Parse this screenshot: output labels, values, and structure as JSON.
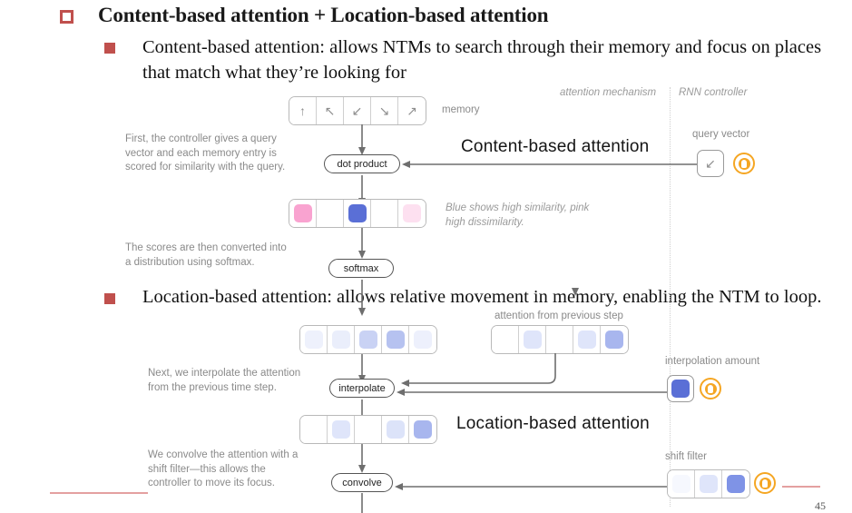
{
  "slide": {
    "title": "Content-based attention + Location-based attention",
    "page_number": "45",
    "bullets": [
      "Content-based attention: allows NTMs to search through their memory and focus on places that match what they’re looking for",
      "Location-based attention: allows relative movement in memory, enabling the NTM to loop."
    ],
    "accent_color": "#c0504d"
  },
  "diagram": {
    "section_labels": {
      "attention_mechanism": "attention mechanism",
      "rnn_controller": "RNN controller"
    },
    "overlay_labels": {
      "content_based": "Content-based attention",
      "location_based": "Location-based attention"
    },
    "notes": {
      "note1": "First, the controller gives a query vector and each memory entry is scored for similarity with the query.",
      "note2": "The scores are then converted into a distribution using softmax.",
      "note3": "Next, we interpolate the attention from the previous time step.",
      "note4": "We convolve the attention with a shift filter—this allows the controller to move its focus."
    },
    "captions": {
      "memory": "memory",
      "query_vector": "query vector",
      "similarity_legend": "Blue shows high similarity, pink high dissimilarity.",
      "attention_prev": "attention from previous step",
      "interpolation_amount": "interpolation amount",
      "shift_filter": "shift filter"
    },
    "ops": {
      "dot_product": "dot product",
      "softmax": "softmax",
      "interpolate": "interpolate",
      "convolve": "convolve"
    },
    "memory_row": {
      "glyphs": [
        "↑",
        "↖",
        "↙",
        "↘",
        "↗"
      ]
    },
    "similarity_row": {
      "colors": [
        "#f9a3d0",
        "#ffffff",
        "#5a6fd6",
        "#ffffff",
        "#fde0f0"
      ]
    },
    "softmax_row": {
      "colors": [
        "#eef1fc",
        "#eaeefb",
        "#c9d2f4",
        "#b6c2f0",
        "#edf0fc"
      ]
    },
    "interpolate_row": {
      "colors": [
        "#ffffff",
        "#dfe5fa",
        "#ffffff",
        "#dce3f9",
        "#a8b6ee"
      ]
    },
    "attention_prev_row": {
      "colors": [
        "#ffffff",
        "#dfe5fa",
        "#ffffff",
        "#dfe5fa",
        "#a8b6ee"
      ]
    },
    "query_vector_cell": {
      "glyph": "↙"
    },
    "interpolation_amount_cell": {
      "color": "#5a6fd6"
    },
    "shift_filter_row": {
      "colors": [
        "#f6f8fe",
        "#dfe5fa",
        "#7f93e6"
      ]
    },
    "knob_icon_name": "orange-knob-icon"
  }
}
